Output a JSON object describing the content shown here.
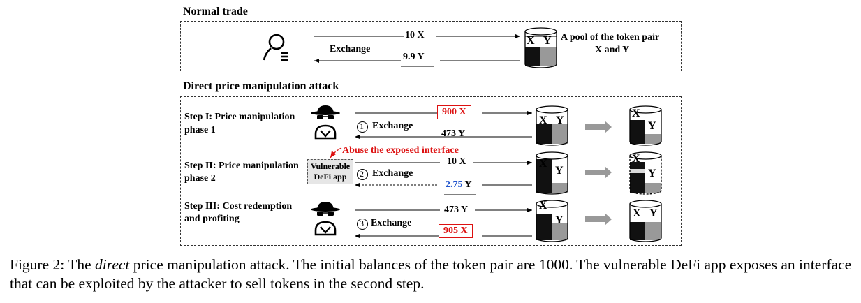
{
  "normal": {
    "title": "Normal trade",
    "exchange": "Exchange",
    "send": "10 X",
    "receive": "9.9 Y",
    "pool_line1": "A pool of the token pair",
    "pool_line2": "X and Y",
    "pool_x": "X",
    "pool_y": "Y"
  },
  "attack": {
    "title": "Direct price manipulation attack",
    "step1_line1": "Step I: Price manipulation",
    "step1_line2": "phase 1",
    "step2_line1": "Step II: Price manipulation",
    "step2_line2": "phase 2",
    "step3_line1": "Step III: Cost redemption",
    "step3_line2": "and profiting",
    "ex1": "Exchange",
    "ex2": "Exchange",
    "ex3": "Exchange",
    "num1": "1",
    "num2": "2",
    "num3": "3",
    "s1_send": "900 X",
    "s1_recv": "473 Y",
    "abuse": "Abuse the exposed interface",
    "s2_send": "10 X",
    "s2_recv_num": "2.75",
    "s2_recv_unit": "Y",
    "s3_send": "473 Y",
    "s3_recv": "905 X",
    "vuln_line1": "Vulnerable",
    "vuln_line2": "DeFi app",
    "x": "X",
    "y": "Y",
    "colors": {
      "red": "#dd1111",
      "blue": "#2255cc",
      "dark": "#111111",
      "gray": "#8c8c8c",
      "arrow_gray": "#999999"
    }
  },
  "caption": {
    "pre": "Figure 2: The ",
    "ital": "direct",
    "post": " price manipulation attack. The initial balances of the token pair are 1000. The vulnerable DeFi app exposes an interface that can be exploited by the attacker to sell tokens in the second step."
  }
}
